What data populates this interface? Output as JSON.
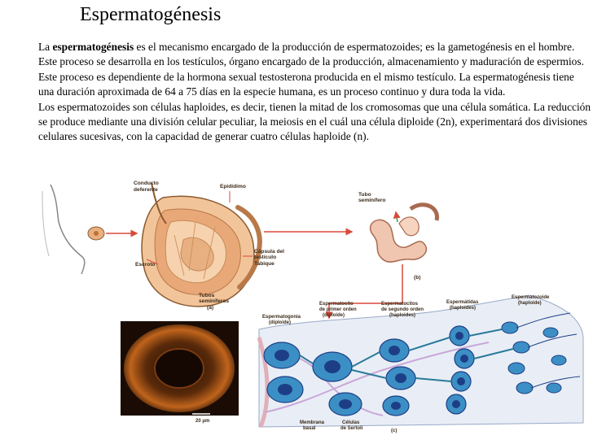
{
  "title": "Espermatogénesis",
  "paragraph1": {
    "lead": "La ",
    "term": "espermatogénesis",
    "rest": " es el mecanismo encargado de la producción de espermatozoides; es la gametogénesis en el hombre. Este proceso se desarrolla en los testículos, órgano encargado de la producción, almacenamiento y maduración  de espermios. Este proceso es dependiente de la hormona sexual testosterona producida en el mismo testículo. La espermatogénesis tiene una duración aproximada de 64 a 75 días en la especie humana, es un proceso continuo y dura toda la vida."
  },
  "paragraph2": "Los espermatozoides son células haploides, es decir, tienen la mitad de los cromosomas que una célula somática. La reducción se produce mediante una división celular peculiar, la meiosis en el cuál una célula diploide (2n), experimentará dos divisiones celulares sucesivas, con la capacidad de generar cuatro células haploide (n).",
  "figure": {
    "labels": {
      "conducto_1": "Conducto",
      "conducto_2": "deferente",
      "epididimo": "Epidídimo",
      "tubo_1": "Tubo",
      "tubo_2": "seminífero",
      "capsula_1": "Cápsula del",
      "capsula_2": "testículo",
      "tabique": "Tabique",
      "escroto": "Escroto",
      "tubos_1": "Tubos",
      "tubos_2": "seminíferos",
      "panel_a": "(a)",
      "panel_b": "(b)",
      "panel_c": "(c)",
      "espermatogonia_1": "Espermatogonia",
      "espermatogonia_2": "(diploide)",
      "primer_1": "Espermatocito",
      "primer_2": "de primer orden",
      "primer_3": "(diploide)",
      "segundo_1": "Espermatocitos",
      "segundo_2": "de segundo orden",
      "segundo_3": "(haploides)",
      "espermatidas_1": "Espermátidas",
      "espermatidas_2": "(haploides)",
      "espermatozoide_1": "Espermatozoide",
      "espermatozoide_2": "(haploide)",
      "membrana_1": "Membrana",
      "membrana_2": "basal",
      "sertoli_1": "Células",
      "sertoli_2": "de Sertoli",
      "scale": "20 μm"
    },
    "colors": {
      "testis": "#e8b080",
      "arrow": "#d84a3a",
      "cell": "#3c8fc4",
      "nucleus": "#1d3e86",
      "micrograph": "#b85a18"
    }
  }
}
